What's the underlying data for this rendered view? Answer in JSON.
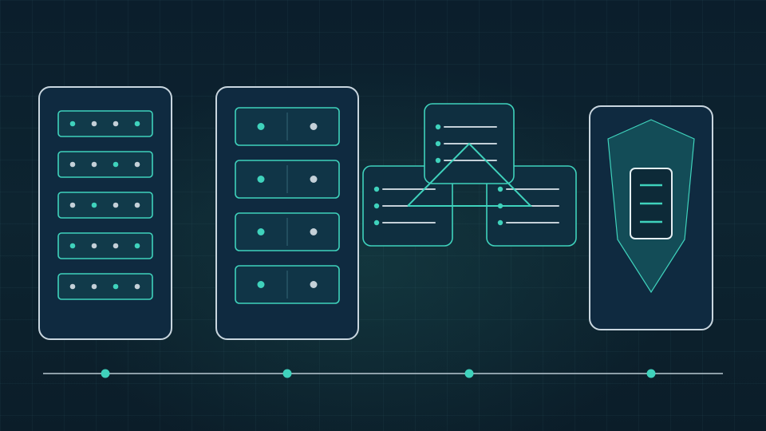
{
  "colors": {
    "accent": "#3fd2bc",
    "outline_light": "#c9d6df",
    "panel_fill": "#0f2a40",
    "dot_light": "#c4d0d8",
    "shield_fill": "#14505a"
  },
  "icons": {
    "server_rack_left": "server-rack-icon",
    "server_rack_middle": "storage-array-icon",
    "network_cards": "network-topology-icon",
    "secure_device": "shield-device-icon"
  },
  "left_rack": {
    "rows": [
      {
        "dots": [
          "accent",
          "light",
          "light",
          "accent"
        ]
      },
      {
        "dots": [
          "light",
          "light",
          "accent",
          "light"
        ]
      },
      {
        "dots": [
          "light",
          "accent",
          "light",
          "light"
        ]
      },
      {
        "dots": [
          "accent",
          "light",
          "light",
          "accent"
        ]
      },
      {
        "dots": [
          "light",
          "light",
          "accent",
          "light"
        ]
      }
    ]
  },
  "middle_rack": {
    "drives": [
      {
        "dots": [
          "accent",
          "light"
        ]
      },
      {
        "dots": [
          "accent",
          "light"
        ]
      },
      {
        "dots": [
          "accent",
          "light"
        ]
      },
      {
        "dots": [
          "accent",
          "light"
        ]
      }
    ]
  },
  "network": {
    "cards": [
      {
        "id": "top",
        "lines": 3
      },
      {
        "id": "left",
        "lines": 3
      },
      {
        "id": "right",
        "lines": 3
      }
    ]
  },
  "shield_device": {
    "bars": 3
  },
  "timeline": {
    "nodes": 4
  }
}
